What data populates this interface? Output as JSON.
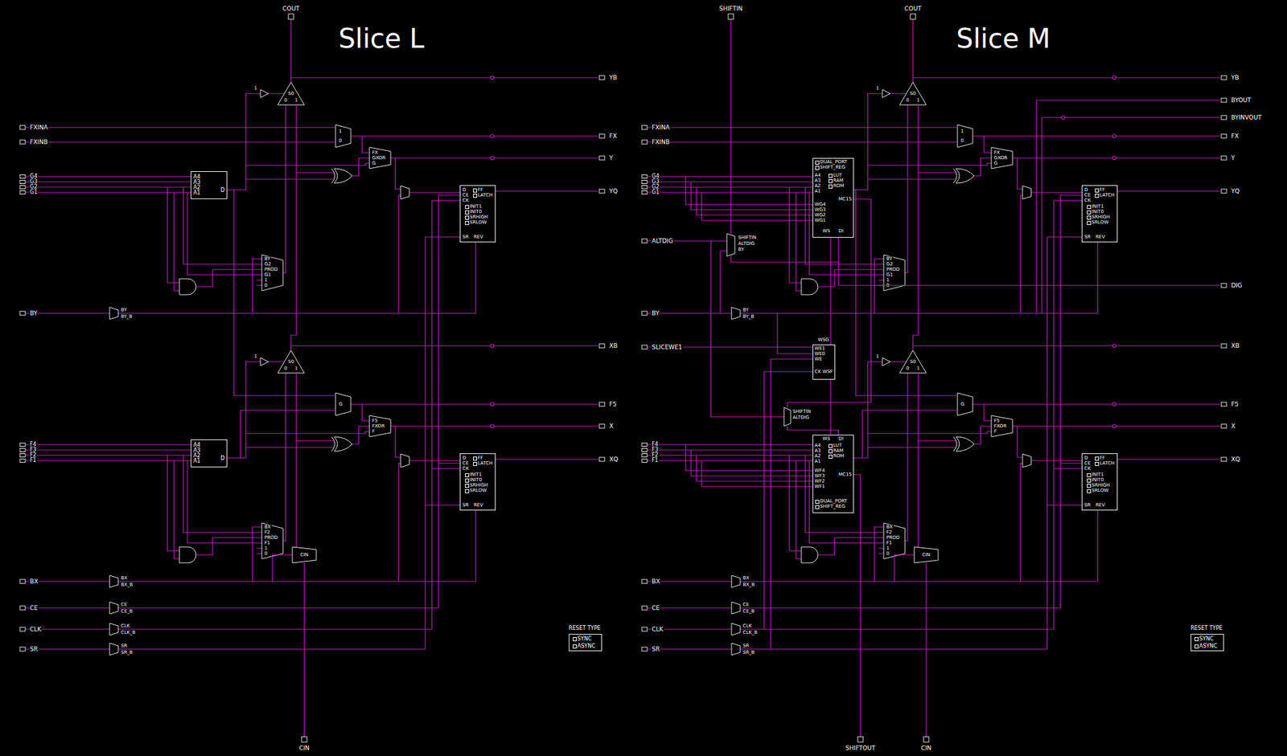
{
  "diagram": {
    "nodes": [
      {
        "text": [
          "A4",
          "A3",
          "A2",
          "A1",
          "D"
        ]
      },
      {
        "text": [
          "D",
          "CE",
          "CK",
          "FF",
          "LATCH",
          "INIT1",
          "INIT0",
          "SRHIGH",
          "SRLOW",
          "SR",
          "REV"
        ]
      },
      {
        "text": [
          "A4",
          "A3",
          "A2",
          "A1",
          "D"
        ]
      },
      {
        "text": [
          "D",
          "CE",
          "CK",
          "FF",
          "LATCH",
          "INIT1",
          "INIT0",
          "SRHIGH",
          "SRLOW",
          "SR",
          "REV"
        ]
      },
      {
        "text": [
          "RESET TYPE",
          "SYNC",
          "ASYNC"
        ]
      },
      {
        "text": [
          "DUAL_PORT",
          "SHIFT_REG",
          "A4",
          "A3",
          "A2",
          "A1",
          "LUT",
          "RAM",
          "ROM",
          "MC15",
          "WG4",
          "WG3",
          "WG2",
          "WG1",
          "WS",
          "DI"
        ]
      },
      {
        "text": [
          "D",
          "CE",
          "CK",
          "FF",
          "LATCH",
          "INIT1",
          "INIT0",
          "SRHIGH",
          "SRLOW",
          "SR",
          "REV"
        ]
      },
      {
        "text": [
          "WSG",
          "WE1",
          "WE0",
          "WE",
          "CK",
          "WSF"
        ]
      },
      {
        "text": [
          "WS",
          "DI",
          "A4",
          "A3",
          "A2",
          "A1",
          "LUT",
          "RAM",
          "ROM",
          "WF4",
          "WF3",
          "WF2",
          "WF1",
          "MC15",
          "DUAL_PORT",
          "SHIFT_REG"
        ]
      },
      {
        "text": [
          "D",
          "CE",
          "CK",
          "FF",
          "LATCH",
          "INIT1",
          "INIT0",
          "SRHIGH",
          "SRLOW",
          "SR",
          "REV"
        ]
      },
      {
        "text": [
          "RESET TYPE",
          "SYNC",
          "ASYNC"
        ]
      }
    ],
    "edges": [
      {
        "from": 7,
        "to": 5,
        "arrow": "none"
      },
      {
        "from": 7,
        "to": 8,
        "arrow": "none"
      }
    ],
    "labels": [
      "Slice L",
      "COUT",
      "FXINA",
      "FXINB",
      "G4",
      "G3",
      "G2",
      "G1",
      "BY",
      "F4",
      "F3",
      "F2",
      "F1",
      "BX",
      "CE",
      "CLK",
      "SR",
      "YB",
      "FX",
      "Y",
      "YQ",
      "XB",
      "F5",
      "X",
      "XQ",
      "CIN",
      "BY",
      "BY_B",
      "BX",
      "BX_B",
      "CE",
      "CE_B",
      "CLK",
      "CLK_B",
      "SR",
      "SR_B",
      "BY",
      "G2",
      "PROD",
      "G1",
      "1",
      "0",
      "BX",
      "F2",
      "PROD",
      "F1",
      "1",
      "0",
      "FX",
      "GXOR",
      "G",
      "F5",
      "FXOR",
      "F",
      "1",
      "0",
      "G",
      "S0",
      "0",
      "1",
      "S0",
      "0",
      "1",
      "1",
      "1",
      "CIN",
      "Slice M",
      "COUT",
      "FXINA",
      "FXINB",
      "G4",
      "G3",
      "G2",
      "G1",
      "BY",
      "F4",
      "F3",
      "F2",
      "F1",
      "BX",
      "CE",
      "CLK",
      "SR",
      "YB",
      "FX",
      "Y",
      "YQ",
      "XB",
      "F5",
      "X",
      "XQ",
      "CIN",
      "BY",
      "BY_B",
      "BX",
      "BX_B",
      "CE",
      "CE_B",
      "CLK",
      "CLK_B",
      "SR",
      "SR_B",
      "BY",
      "G2",
      "PROD",
      "G1",
      "1",
      "0",
      "BX",
      "F2",
      "PROD",
      "F1",
      "1",
      "0",
      "FX",
      "GXOR",
      "G",
      "F5",
      "FXOR",
      "F",
      "1",
      "0",
      "G",
      "S0",
      "0",
      "1",
      "S0",
      "0",
      "1",
      "1",
      "1",
      "CIN",
      "SHIFTIN",
      "ALTDIG",
      "SLICEWE1",
      "BYOUT",
      "BYINVOUT",
      "DIG",
      "SHIFTOUT",
      "SHIFTIN",
      "ALTDIG",
      "BY",
      "SHIFTIN",
      "ALTDIG"
    ]
  }
}
